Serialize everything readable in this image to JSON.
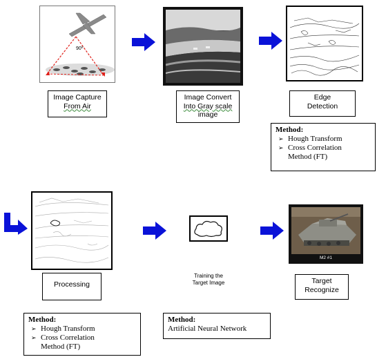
{
  "steps": {
    "capture": {
      "lines": [
        "Image Capture",
        "From Air"
      ],
      "angle_label": "90º"
    },
    "gray": {
      "lines": [
        "Image Convert",
        "Into Gray scale",
        "image"
      ]
    },
    "edge": {
      "lines": [
        "Edge",
        "Detection"
      ]
    },
    "processing": {
      "lines": [
        "Processing"
      ]
    },
    "training": {
      "lines": [
        "Training the",
        "Target Image"
      ]
    },
    "target": {
      "lines": [
        "Target",
        "Recognize"
      ],
      "caption": "M2 #1"
    }
  },
  "methods": {
    "edge": {
      "title": "Method:",
      "items": [
        "Hough Transform",
        "Cross Correlation",
        "Method (FT)"
      ]
    },
    "processing": {
      "title": "Method:",
      "items": [
        "Hough Transform",
        "Cross Correlation",
        "Method (FT)"
      ]
    },
    "training": {
      "title": "Method:",
      "items": [
        "Artificial Neural Network"
      ]
    }
  },
  "colors": {
    "arrow": "#0a12d8",
    "corner_arrow": "#0a12d8",
    "ray": "#e0201a"
  }
}
